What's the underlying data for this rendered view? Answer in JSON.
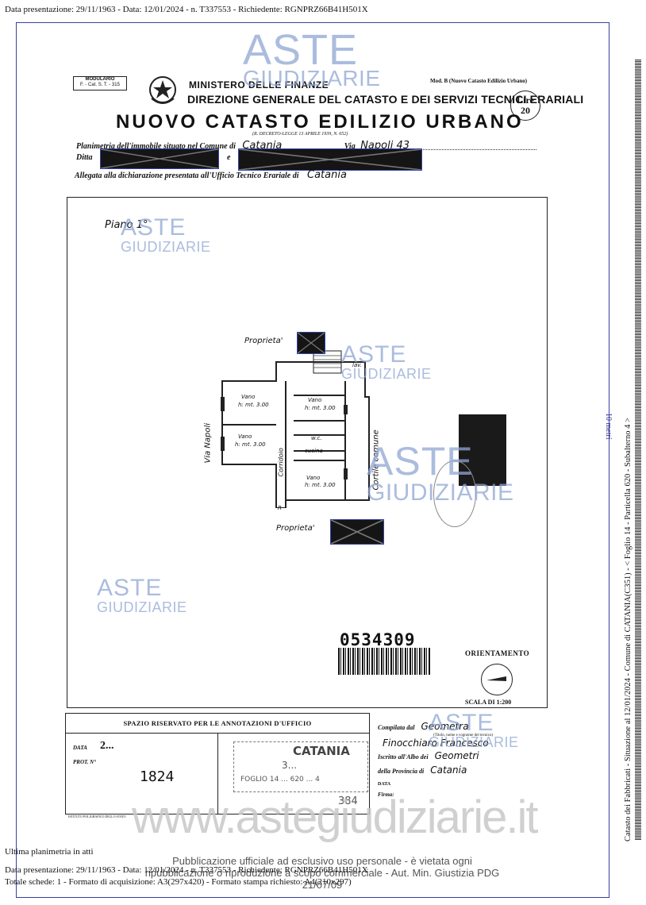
{
  "header": {
    "top_line": "Data presentazione: 29/11/1963 - Data: 12/01/2024 - n. T337553 - Richiedente: RGNPRZ66B41H501X"
  },
  "form": {
    "modulario": "MODULARIO",
    "modulario_code": "F. - Cat. S. T. - 315",
    "ministry": "MINISTERO DELLE FINANZE",
    "directorate": "DIREZIONE GENERALE DEL CATASTO E DEI SERVIZI TECNICI ERARIALI",
    "mod_b": "Mod. B (Nuovo Catasto Edilizio Urbano)",
    "lire_label": "Lire",
    "lire_value": "20",
    "title": "NUOVO CATASTO EDILIZIO URBANO",
    "decreto": "(R. DECRETO-LEGGE 13 APRILE 1939, N. 652)",
    "planimetria_label": "Planimetria dell'immobile situato nel Comune di",
    "comune": "Catania",
    "via_label": "Via",
    "via_value": "Napoli 43",
    "ditta_label": "Ditta",
    "ditta_and": "e",
    "allegata_label": "Allegata alla dichiarazione presentata all'Ufficio Tecnico Erariale di",
    "allegata_value": "Catania"
  },
  "plan": {
    "piano": "Piano 1°",
    "proprieta_top": "Proprieta'",
    "proprieta_bottom": "Proprieta'",
    "via_napoli": "Via Napoli",
    "cortile": "Cortile comune",
    "corridoio": "Corridoio",
    "lav": "lav.",
    "rooms": [
      {
        "name": "Vano",
        "height": "h: mt. 3.00"
      },
      {
        "name": "Vano",
        "height": "h: mt. 3.00"
      },
      {
        "name": "Vano",
        "height": "h: mt. 3.00"
      },
      {
        "name": "Vano",
        "height": "h: mt. 3.00"
      }
    ],
    "wc": "w.c.",
    "cucina": "cucina",
    "r_label": "R",
    "barcode": "0534309",
    "orientamento": "ORIENTAMENTO",
    "scala": "SCALA DI 1:200"
  },
  "office": {
    "header": "SPAZIO RISERVATO PER LE ANNOTAZIONI D'UFFICIO",
    "data_label": "DATA",
    "data_value": "2...",
    "prot_label": "PROT. N°",
    "prot_value": "1824",
    "stamp_city": "CATANIA",
    "stamp_num": "3...",
    "stamp_line": "FOGLIO 14 ... 620 ... 4",
    "stamp_bottom": "384",
    "istituto": "ISTITUTO POLIGRAFICO DELLO STATO"
  },
  "compilata": {
    "label": "Compilata dal",
    "value": "Geometra",
    "sub": "(Titolo, nome e cognome del tecnico)",
    "name": "Finocchiaro Francesco",
    "iscritto_label": "Iscritto all'Albo dei",
    "iscritto_value": "Geometri",
    "provincia_label": "della Provincia di",
    "provincia_value": "Catania",
    "data_label": "DATA",
    "firma_label": "Firma:"
  },
  "watermark": {
    "aste": "ASTE",
    "giudiziarie": "GIUDIZIARIE",
    "url": "www.astegiudiziarie.it",
    "pub_line1": "Pubblicazione ufficiale ad esclusivo uso personale - è vietata ogni",
    "pub_line2": "ripubblicazione o riproduzione a scopo commerciale - Aut. Min. Giustizia PDG 21/07/09"
  },
  "footer": {
    "ultima": "Ultima planimetria in atti",
    "line1": "Data presentazione: 29/11/1963 - Data: 12/01/2024 - n. T337553 - Richiedente: RGNPRZ66B41H501X",
    "line2": "Totale schede: 1 - Formato di acquisizione: A3(297x420) - Formato stampa richiesto: A4(210x297)"
  },
  "side": {
    "catasto": "Catasto dei Fabbricati - Situazione al 12/01/2024 - Comune di CATANIA(C351) - < Foglio 14 - Particella 620 - Subalterno 4 >",
    "scale": "10 metri"
  }
}
